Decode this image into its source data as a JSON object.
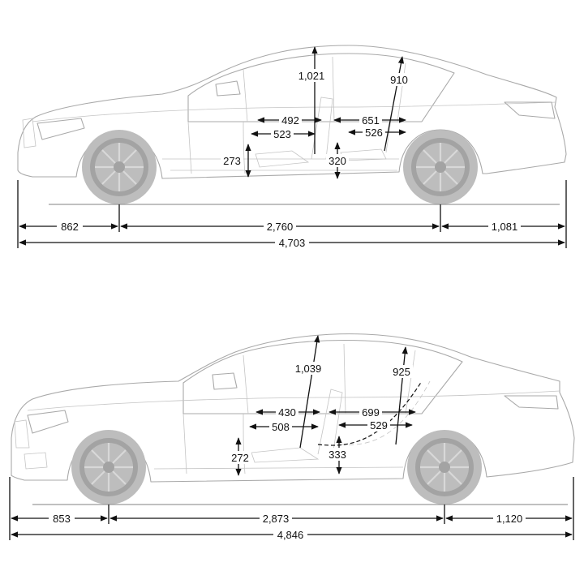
{
  "top_car": {
    "front_overhang": "862",
    "wheelbase": "2,760",
    "rear_overhang": "1,081",
    "overall_length": "4,703",
    "front_headroom": "1,021",
    "rear_headroom": "910",
    "front_seat_depth_a": "492",
    "front_seat_depth_b": "523",
    "rear_legroom_a": "651",
    "rear_legroom_b": "526",
    "front_seat_height": "273",
    "rear_seat_height": "320"
  },
  "bottom_car": {
    "front_overhang": "853",
    "wheelbase": "2,873",
    "rear_overhang": "1,120",
    "overall_length": "4,846",
    "front_headroom": "1,039",
    "rear_headroom": "925",
    "front_seat_depth_a": "430",
    "front_seat_depth_b": "508",
    "rear_legroom_a": "699",
    "rear_legroom_b": "529",
    "front_seat_height": "272",
    "rear_seat_height": "333"
  },
  "colors": {
    "drawing": "#a9a9a9",
    "dimension": "#111111",
    "wheel": "#bdbdbd"
  },
  "icons": {
    "dimension_arrow": "arrowhead",
    "brand_emblem": "three-pointed-star"
  }
}
